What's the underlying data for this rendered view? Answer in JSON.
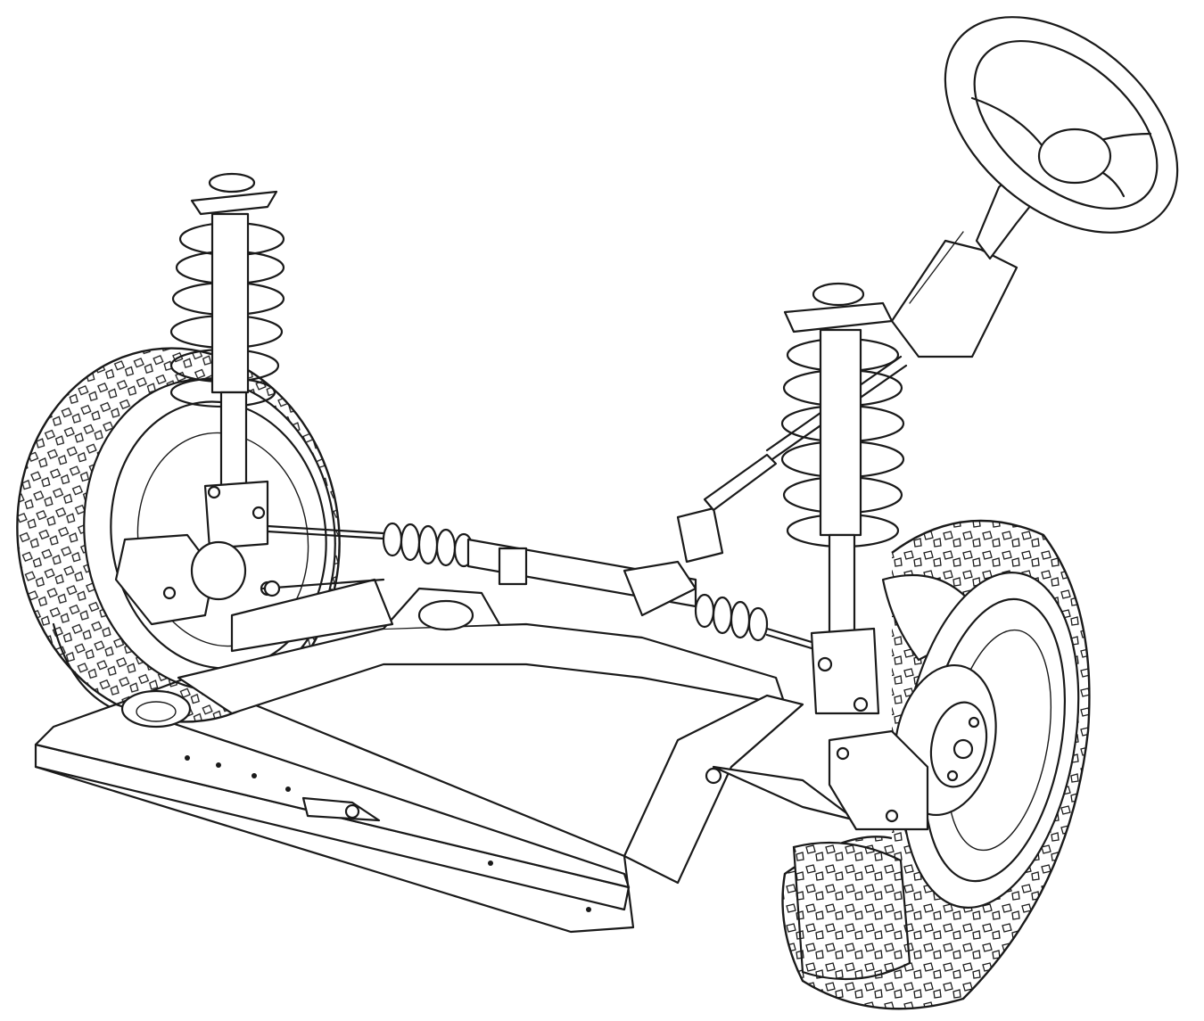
{
  "figure": {
    "colors": {
      "ink": "#1a1a1a",
      "paper": "#ffffff"
    },
    "parts": [
      "front-left-wheel",
      "front-right-wheel",
      "left-strut",
      "right-strut",
      "steering-rack",
      "steering-column",
      "steering-wheel",
      "front-subframe",
      "crossmember",
      "brake-disc"
    ]
  }
}
